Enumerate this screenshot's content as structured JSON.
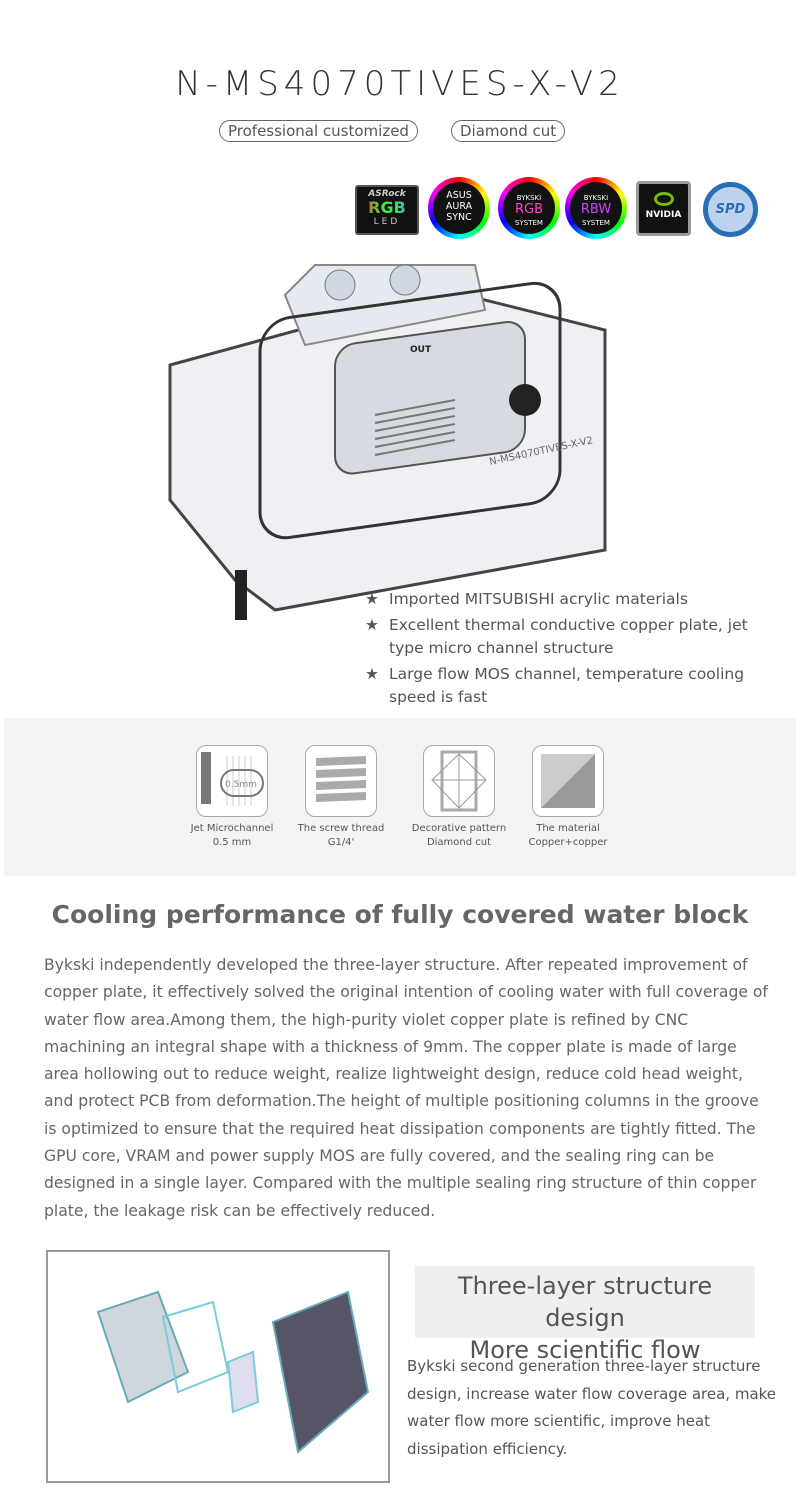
{
  "header": {
    "title": "N-MS4070TIVES-X-V2",
    "tags": [
      "Professional customized",
      "Diamond cut"
    ]
  },
  "badges": [
    {
      "icon": "asrock-rgb-led-logo",
      "text": "ASRock RGB LED"
    },
    {
      "icon": "asus-aura-sync-logo",
      "text": "ASUS AURA SYNC"
    },
    {
      "icon": "bykski-rgb-system-logo",
      "text": "BYKSKI RGB SYSTEM"
    },
    {
      "icon": "bykski-rbw-system-logo",
      "text": "BYKSKI RBW SYSTEM"
    },
    {
      "icon": "nvidia-logo",
      "text": "NVIDIA"
    },
    {
      "icon": "spd-logo",
      "text": "SPD"
    }
  ],
  "product_image": {
    "engraving": "N-MS4070TIVES-X-V2",
    "port_label": "OUT"
  },
  "bullets": [
    "Imported MITSUBISHI acrylic materials",
    "Excellent thermal conductive copper plate, jet type micro channel structure",
    "Large flow MOS channel, temperature cooling speed is fast"
  ],
  "features": [
    {
      "icon": "jet-microchannel-icon",
      "line1": "Jet Microchannel",
      "line2": "0.5 mm",
      "icon_text": "0.5mm"
    },
    {
      "icon": "screw-thread-icon",
      "line1": "The screw thread",
      "line2": "G1/4'"
    },
    {
      "icon": "diamond-cut-icon",
      "line1": "Decorative pattern",
      "line2": "Diamond cut"
    },
    {
      "icon": "material-icon",
      "line1": "The material",
      "line2": "Copper+copper"
    }
  ],
  "cooling": {
    "heading": "Cooling performance of fully covered water block",
    "paragraph": "Bykski independently developed the three-layer structure. After repeated improvement of copper plate, it effectively solved the original intention of cooling water with full coverage of water flow area.Among them, the high-purity violet copper plate is refined by CNC machining an integral shape with a thickness of 9mm. The copper plate is made of large area hollowing out to reduce weight, realize lightweight design, reduce cold head weight, and protect PCB from deformation.The height of multiple positioning columns in the groove is optimized to ensure that the required heat dissipation components are tightly fitted. The GPU core, VRAM and power supply MOS are fully covered, and the sealing ring can be designed in a single layer. Compared with the multiple sealing ring structure of thin copper plate, the leakage risk can be effectively reduced."
  },
  "structure": {
    "heading_line1": "Three-layer structure design",
    "heading_line2": "More scientific flow",
    "paragraph": "Bykski second generation three-layer structure design, increase water flow coverage area, make water flow more scientific, improve heat dissipation efficiency."
  }
}
